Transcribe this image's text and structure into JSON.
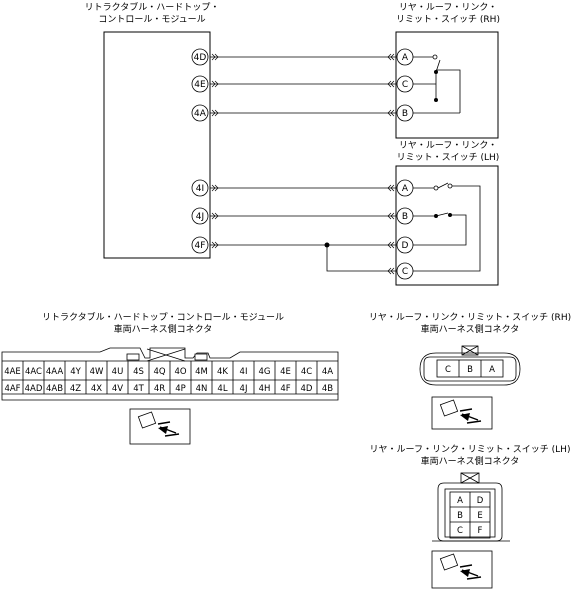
{
  "module": {
    "title_line1": "リトラクタブル・ハードトップ・",
    "title_line2": "コントロール・モジュール",
    "pins": [
      "4D",
      "4E",
      "4A",
      "4I",
      "4J",
      "4F"
    ]
  },
  "switch_rh": {
    "title_line1": "リヤ・ルーフ・リンク・",
    "title_line2": "リミット・スイッチ (RH)",
    "pins": [
      "A",
      "C",
      "B"
    ]
  },
  "switch_lh": {
    "title_line1": "リヤ・ルーフ・リンク・",
    "title_line2": "リミット・スイッチ (LH)",
    "pins": [
      "A",
      "B",
      "D",
      "C"
    ]
  },
  "connector_module": {
    "title_line1": "リトラクタブル・ハードトップ・コントロール・モジュール",
    "title_line2": "車両ハーネス側コネクタ",
    "row1": [
      "4AE",
      "4AC",
      "4AA",
      "4Y",
      "4W",
      "4U",
      "4S",
      "4Q",
      "4O",
      "4M",
      "4K",
      "4I",
      "4G",
      "4E",
      "4C",
      "4A"
    ],
    "row2": [
      "4AF",
      "4AD",
      "4AB",
      "4Z",
      "4X",
      "4V",
      "4T",
      "4R",
      "4P",
      "4N",
      "4L",
      "4J",
      "4H",
      "4F",
      "4D",
      "4B"
    ]
  },
  "connector_rh": {
    "title_line1": "リヤ・ルーフ・リンク・リミット・スイッチ (RH)",
    "title_line2": "車両ハーネス側コネクタ",
    "cells": [
      "C",
      "B",
      "A"
    ]
  },
  "connector_lh": {
    "title_line1": "リヤ・ルーフ・リンク・リミット・スイッチ (LH)",
    "title_line2": "車両ハーネス側コネクタ",
    "rows": [
      [
        "A",
        "D"
      ],
      [
        "B",
        "E"
      ],
      [
        "C",
        "F"
      ]
    ]
  }
}
